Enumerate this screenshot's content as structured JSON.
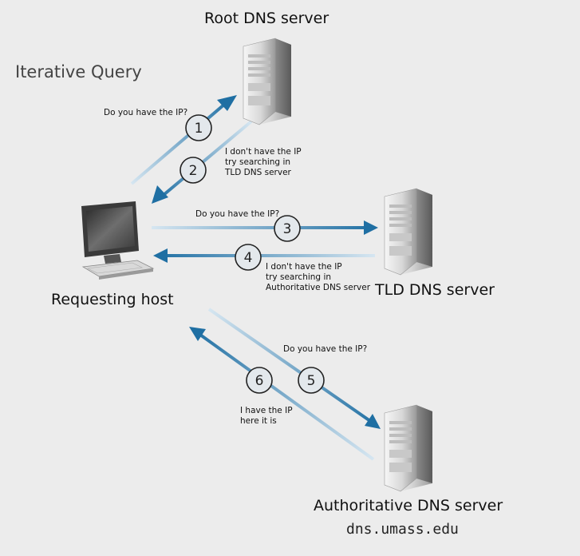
{
  "title": "Iterative Query",
  "nodes": {
    "root": {
      "label": "Root DNS server"
    },
    "host": {
      "label": "Requesting host"
    },
    "tld": {
      "label": "TLD DNS server"
    },
    "auth": {
      "label": "Authoritative DNS server",
      "domain": "dns.umass.edu"
    }
  },
  "steps": [
    {
      "number": "1",
      "text": "Do you have the IP?"
    },
    {
      "number": "2",
      "text": "I don't have the IP\ntry searching in\nTLD DNS server"
    },
    {
      "number": "3",
      "text": "Do you have the IP?"
    },
    {
      "number": "4",
      "text": "I don't have the IP\ntry searching in\nAuthoritative DNS server"
    },
    {
      "number": "5",
      "text": "Do you have the IP?"
    },
    {
      "number": "6",
      "text": "I have the IP\nhere it is"
    }
  ],
  "colors": {
    "arrow": "#1f6fa3",
    "arrow_fade": "#cfe1ee",
    "background": "#ececec"
  }
}
